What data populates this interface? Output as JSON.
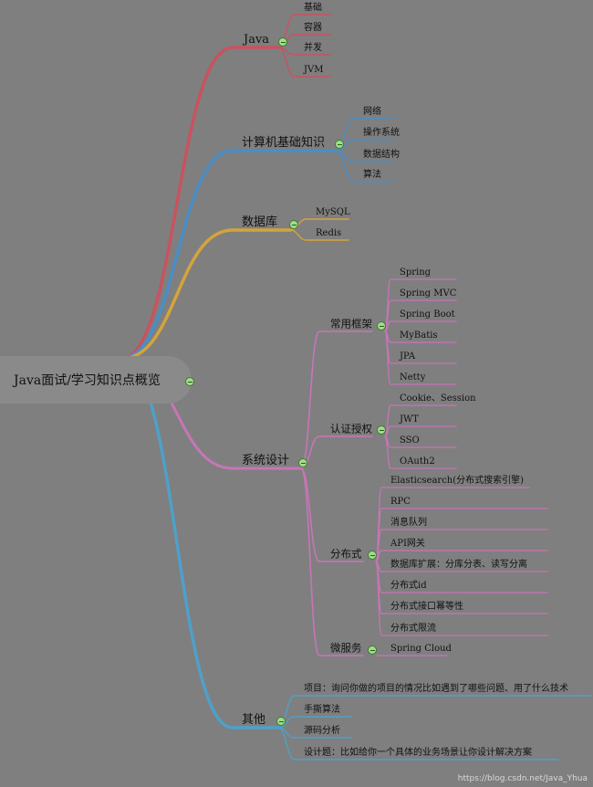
{
  "root": "Java面试/学习知识点概览",
  "colors": {
    "background": "#7f7f7f",
    "java": "#c9525f",
    "cs": "#4a8ec6",
    "db": "#d4a43c",
    "sys": "#c875b8",
    "other": "#4fa0c9"
  },
  "branches": [
    {
      "label": "Java",
      "children": [
        "基础",
        "容器",
        "并发",
        "JVM"
      ]
    },
    {
      "label": "计算机基础知识",
      "children": [
        "网络",
        "操作系统",
        "数据结构",
        "算法"
      ]
    },
    {
      "label": "数据库",
      "children": [
        "MySQL",
        "Redis"
      ]
    },
    {
      "label": "系统设计",
      "children": [
        {
          "label": "常用框架",
          "children": [
            "Spring",
            "Spring MVC",
            "Spring Boot",
            "MyBatis",
            "JPA",
            "Netty"
          ]
        },
        {
          "label": "认证授权",
          "children": [
            "Cookie、Session",
            "JWT",
            "SSO",
            "OAuth2"
          ]
        },
        {
          "label": "分布式",
          "children": [
            "Elasticsearch(分布式搜索引擎)",
            "RPC",
            "消息队列",
            "API网关",
            "数据库扩展：分库分表、读写分离",
            "分布式id",
            "分布式接口幂等性",
            "分布式限流"
          ]
        },
        {
          "label": "微服务",
          "children": [
            "Spring Cloud"
          ]
        }
      ]
    },
    {
      "label": "其他",
      "children": [
        "项目：询问你做的项目的情况比如遇到了哪些问题、用了什么技术",
        "手撕算法",
        "源码分析",
        "设计题：比如给你一个具体的业务场景让你设计解决方案"
      ]
    }
  ],
  "watermark": "https://blog.csdn.net/Java_Yhua"
}
